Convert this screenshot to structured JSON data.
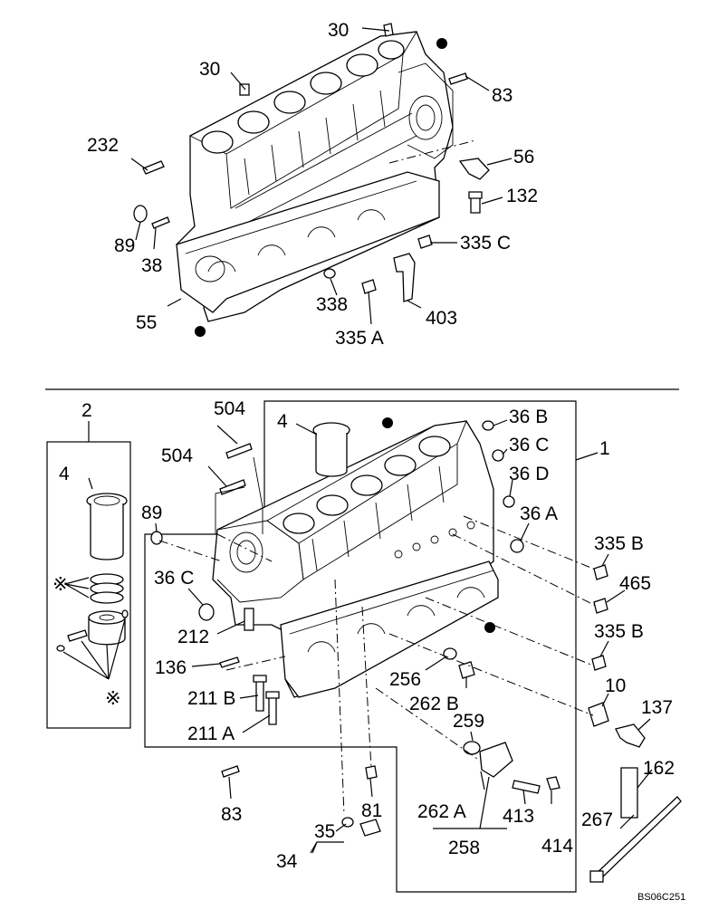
{
  "diagram": {
    "drawing_code": "BS06C251",
    "upper_labels": [
      "30",
      "30",
      "232",
      "89",
      "38",
      "55",
      "338",
      "335 A",
      "403",
      "335 C",
      "132",
      "56",
      "83"
    ],
    "lower_labels": [
      "2",
      "4",
      "4",
      "504",
      "504",
      "89",
      "36 C",
      "212",
      "136",
      "211 B",
      "211 A",
      "83",
      "35",
      "34",
      "81",
      "256",
      "262 B",
      "259",
      "262 A",
      "258",
      "413",
      "414",
      "36 B",
      "36 C",
      "36 D",
      "36 A",
      "1",
      "335 B",
      "465",
      "335 B",
      "10",
      "137",
      "162",
      "267"
    ],
    "symbol_note": "※"
  }
}
